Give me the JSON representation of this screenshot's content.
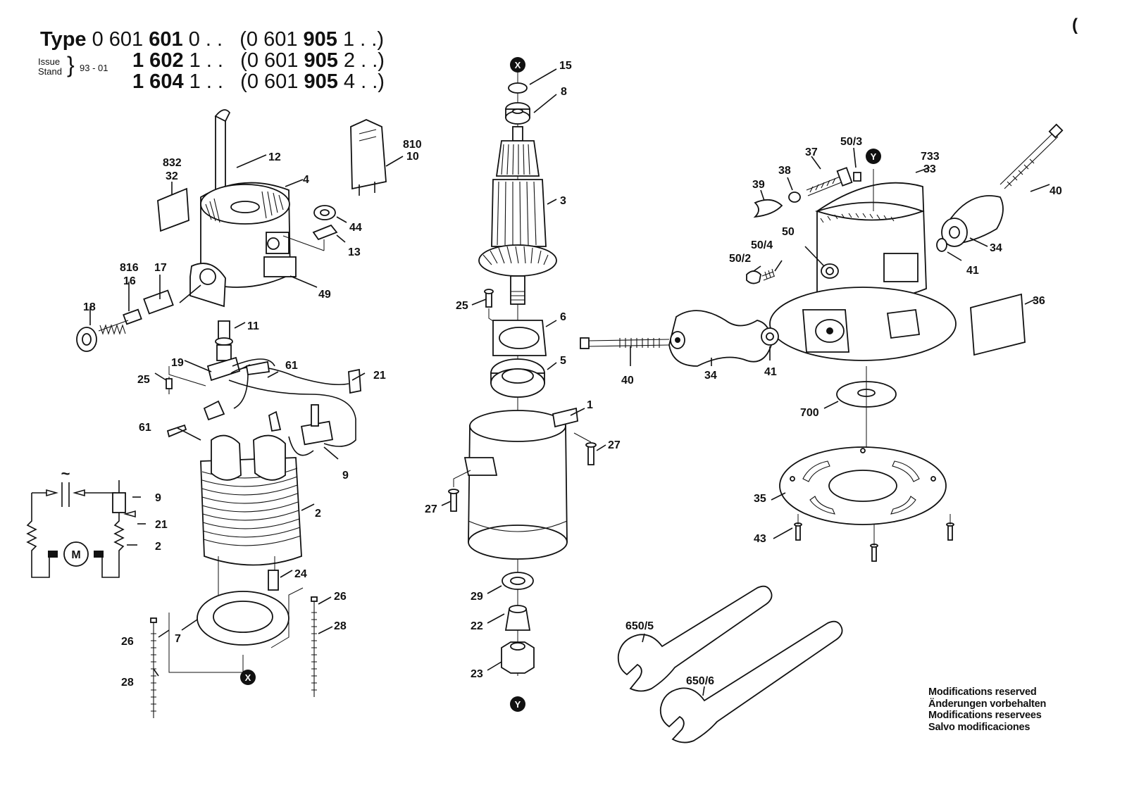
{
  "header": {
    "type_word": "Type",
    "rows": [
      {
        "a": "0 601 ",
        "b": "601",
        "c": " 0 . .",
        "d": "(0 601 ",
        "e": "905",
        "f": " 1 . .)"
      },
      {
        "a": "",
        "b": "1 602",
        "c": " 1 . .",
        "d": "(0 601 ",
        "e": "905",
        "f": " 2 . .)"
      },
      {
        "a": "",
        "b": "1 604",
        "c": " 1 . .",
        "d": "(0 601 ",
        "e": "905",
        "f": " 4 . .)"
      }
    ],
    "issue_label": "Issue",
    "stand_label": "Stand",
    "issue_value": "93 - 01"
  },
  "corner_mark": "(",
  "callouts": {
    "c15": "15",
    "c8": "8",
    "c3": "3",
    "c25b": "25",
    "c6": "6",
    "c5": "5",
    "c1": "1",
    "c27a": "27",
    "c27b": "27",
    "c29": "29",
    "c22": "22",
    "c23": "23",
    "c832": "832",
    "c32": "32",
    "c12": "12",
    "c4": "4",
    "c810": "810",
    "c10": "10",
    "c44": "44",
    "c13": "13",
    "c816": "816",
    "c16": "16",
    "c17": "17",
    "c18": "18",
    "c49": "49",
    "c11": "11",
    "c19": "19",
    "c25a": "25",
    "c61a": "61",
    "c61b": "61",
    "c21a": "21",
    "c9a": "9",
    "c9b": "9",
    "c21b": "21",
    "c2a": "2",
    "c2b": "2",
    "c24": "24",
    "c26a": "26",
    "c26b": "26",
    "c7": "7",
    "c28a": "28",
    "c28b": "28",
    "c50_3": "50/3",
    "c37": "37",
    "c38": "38",
    "c39": "39",
    "c733": "733",
    "c33": "33",
    "c40a": "40",
    "c50": "50",
    "c50_4": "50/4",
    "c50_2": "50/2",
    "c34a": "34",
    "c41a": "41",
    "c36": "36",
    "c40b": "40",
    "c34b": "34",
    "c41b": "41",
    "c700": "700",
    "c35": "35",
    "c43": "43",
    "c650_5": "650/5",
    "c650_6": "650/6"
  },
  "markers": {
    "x": "X",
    "y": "Y",
    "motor": "M",
    "ac": "~"
  },
  "footer": {
    "lines": [
      "Modifications reserved",
      "Änderungen vorbehalten",
      "Modifications reservees",
      "Salvo modificaciones"
    ]
  }
}
